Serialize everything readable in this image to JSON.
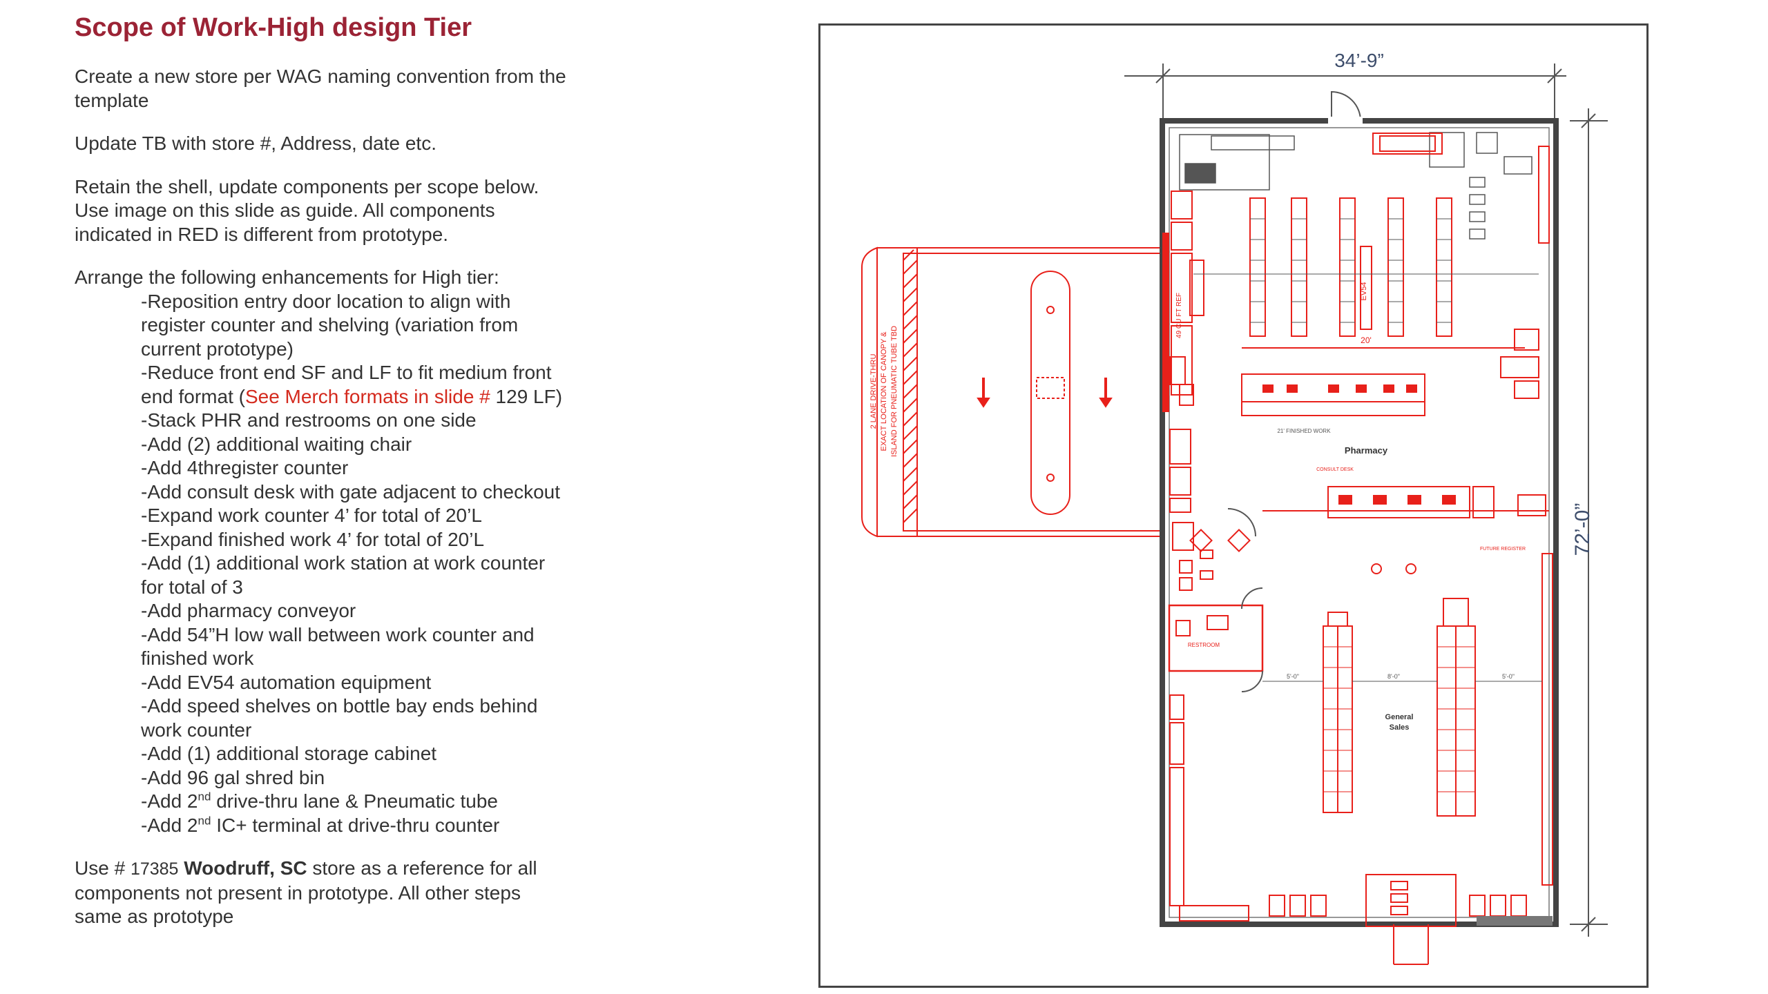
{
  "title": "Scope of Work-High design Tier",
  "p1": "Create a new store per WAG naming convention from the template",
  "p2": "Update TB with store #, Address, date etc.",
  "p3_lines": [
    "Retain the shell, update components per scope below.",
    "Use image on this slide as guide. All components",
    "indicated in RED is different from prototype."
  ],
  "p4": "Arrange the following enhancements for High tier:",
  "items": {
    "i1a": "-Reposition entry door location to align with",
    "i1b": "register counter and shelving (variation from",
    "i1c": "current prototype)",
    "i2a": "-Reduce front end SF and LF to fit medium front",
    "i2b_pre": "end format (",
    "i2b_link": "See Merch formats in slide #",
    "i2b_post": " 129 LF)",
    "i3": "-Stack PHR and restrooms on one side",
    "i4": "-Add (2) additional waiting chair",
    "i5": "-Add 4thregister counter",
    "i6": "-Add consult desk with gate adjacent to checkout",
    "i7": "-Expand work counter 4’ for total of 20’L",
    "i8": "-Expand finished work 4’ for total of 20’L",
    "i9a": "-Add (1) additional work station at work counter",
    "i9b": "for total of 3",
    "i10": "-Add pharmacy conveyor",
    "i11a": "-Add 54”H low wall between work counter and",
    "i11b": "finished work",
    "i12": "-Add EV54 automation equipment",
    "i13a": "-Add speed shelves on bottle bay ends behind",
    "i13b": "work counter",
    "i14": "-Add (1) additional storage cabinet",
    "i15": "-Add 96 gal shred bin",
    "i16_pre": "-Add 2",
    "i16_sup": "nd",
    "i16_post": " drive-thru lane & Pneumatic tube",
    "i17_pre": "-Add 2",
    "i17_sup": "nd",
    "i17_post": " IC+ terminal at drive-thru counter"
  },
  "p5": {
    "pre": "Use # ",
    "store_num": "17385",
    "store_name": " Woodruff, SC",
    "line1_post": " store as a reference for all",
    "line2": "components not present in prototype. All other steps",
    "line3": "same as prototype"
  },
  "plan": {
    "dim_width": "34’-9”",
    "dim_height": "72’-0”",
    "label_pharmacy": "Pharmacy",
    "label_general": "General",
    "label_sales": "Sales",
    "label_restroom": "RESTROOM",
    "label_ev54": "EV54",
    "label_refrig": "49 CU FT REF",
    "label_20": "20'",
    "label_drive_1": "2 LANE DRIVE-THRU",
    "label_drive_2": "EXACT LOCATION OF CANOPY &",
    "label_drive_3": "ISLAND FOR PNEUMATIC TUBE TBD",
    "label_finished": "21' FINISHED WORK",
    "label_consult": "CONSULT DESK",
    "label_future": "FUTURE REGISTER",
    "label_5a": "5'-0\"",
    "label_8": "8'-0\"",
    "label_5b": "5'-0\"",
    "colors": {
      "red": "#e8201a",
      "wall": "#444444",
      "line": "#555555",
      "dim": "#3d4d6b"
    }
  }
}
